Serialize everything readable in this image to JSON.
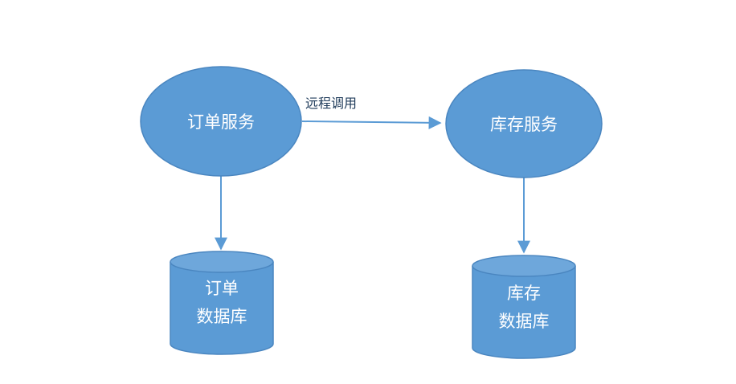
{
  "diagram": {
    "nodes": {
      "order_service": {
        "label": "订单服务"
      },
      "inventory_service": {
        "label": "库存服务"
      },
      "order_db": {
        "lines": [
          "订单",
          "数据库"
        ]
      },
      "inventory_db": {
        "lines": [
          "库存",
          "数据库"
        ]
      }
    },
    "edges": {
      "remote_call": {
        "label": "远程调用"
      }
    },
    "colors": {
      "fill": "#5b9bd5",
      "stroke": "#4a86c0",
      "arrow": "#5b9bd5"
    }
  }
}
